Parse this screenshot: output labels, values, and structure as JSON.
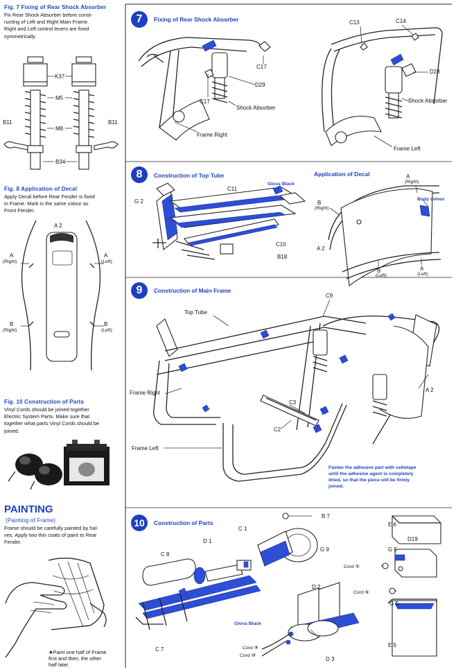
{
  "left": {
    "fig7": {
      "caption": "Fig. 7  Fixing of Rear Shock Absorber",
      "lines": [
        "Fix Rear Shock Absorber before const-",
        "ructing of Left and Right Main Frame.",
        "Right and Left control levers are fixed",
        "symmetrically."
      ],
      "labels": {
        "k37": "K37",
        "m5": "M5",
        "m8": "M8",
        "b11l": "B11",
        "b11r": "B11",
        "b34": "B34"
      }
    },
    "fig8": {
      "caption": "Fig. 8  Application of Decal",
      "lines": [
        "Apply Decal before Rear Fender is fixed",
        "in Frame.  Mark is the same colour as",
        "Front Fender."
      ],
      "labels": {
        "a2": "A 2",
        "a_right": "A",
        "a_right_sub": "(Right)",
        "a_left": "A",
        "a_left_sub": "(Left)",
        "b_right": "B",
        "b_right_sub": "(Right)",
        "b_left": "B",
        "b_left_sub": "(Left)"
      }
    },
    "fig10": {
      "caption": "Fig. 10  Construction of Parts",
      "lines": [
        "Vinyl Cords should be joined together",
        "Electric System Parts.  Make sure that",
        "together what parts Vinyl Cords should be",
        "joined."
      ]
    },
    "painting": {
      "heading": "PAINTING",
      "sub": "(Painting of Frame)",
      "lines": [
        "Frame should be carefully painted by hal-",
        "ves.  Apply two thin coats of paint to Rear",
        "Fender."
      ],
      "note": [
        "★Paint one half of Frame",
        "first and then, the other",
        "half later."
      ]
    }
  },
  "step7": {
    "number": "7",
    "title": "Fixing of Rear Shock Absorber",
    "labels": {
      "c13": "C13",
      "c14": "C14",
      "c17a": "C17",
      "c17b": "C17",
      "d29": "D29",
      "d28": "D28",
      "shock1": "Shock Absorber",
      "shock2": "Shock Absorber",
      "frame_right": "Frame Right",
      "frame_left": "Frame Left"
    }
  },
  "step8": {
    "number": "8",
    "title": "Construction of Top Tube",
    "decal_title": "Application of Decal",
    "labels": {
      "g2": "G 2",
      "c11": "C11",
      "gloss": "Gloss Black",
      "c10": "C10",
      "b18": "B18",
      "a_right": "A",
      "a_right_sub": "(Right)",
      "body_colour": "Body colour",
      "b_right": "B",
      "b_right_sub": "(Right)",
      "a2": "A 2",
      "b_left": "B",
      "b_left_sub": "(Left)",
      "a_left": "A",
      "a_left_sub": "(Left)"
    }
  },
  "step9": {
    "number": "9",
    "title": "Construction of Main Frame",
    "labels": {
      "top_tube": "Top Tube",
      "c9": "C9",
      "frame_right": "Frame Right",
      "c3": "C3",
      "c2": "C2",
      "a2": "A 2",
      "frame_left": "Frame Left"
    },
    "note": [
      "Fasten the adhesive part with cellotape",
      "until the adhesive agent is completely",
      "dried, so that the piece will be firmly",
      "joined."
    ]
  },
  "step10": {
    "number": "10",
    "title": "Construction of Parts",
    "labels": {
      "b7": "B 7",
      "c1": "C 1",
      "d1": "D 1",
      "c8": "C 8",
      "g9": "G 9",
      "e6": "E 6",
      "d19": "D19",
      "g5a": "G 5",
      "cord5": "Cord ⑤",
      "cord6": "Cord ⑥",
      "g5b": "G 5",
      "d2": "D 2",
      "gloss": "Gloss Black",
      "e5": "E 5",
      "cord9": "Cord ⑨",
      "cord10": "Cord ⑩",
      "d3": "D 3",
      "c7": "C 7"
    }
  }
}
